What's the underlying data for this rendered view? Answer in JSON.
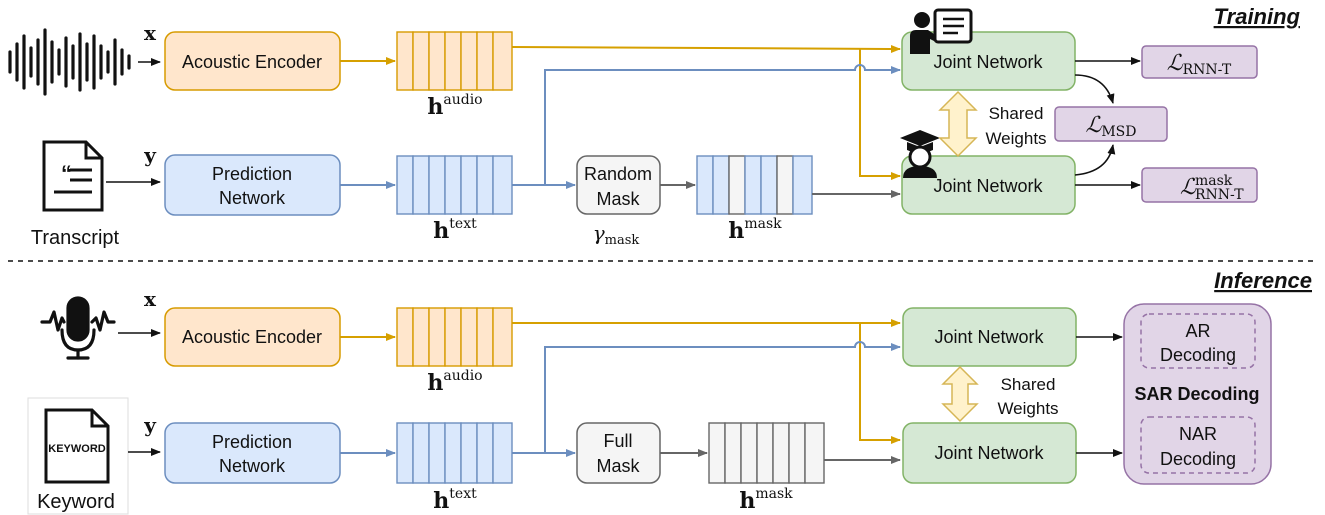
{
  "training": {
    "title": "Training",
    "input_x": "x",
    "input_y": "y",
    "acoustic_encoder": "Acoustic Encoder",
    "prediction_network": [
      "Prediction",
      "Network"
    ],
    "h_audio_base": "h",
    "h_audio_sup": "audio",
    "h_text_base": "h",
    "h_text_sup": "text",
    "h_mask_base": "h",
    "h_mask_sup": "mask",
    "random_mask": [
      "Random",
      "Mask"
    ],
    "gamma_base": "γ",
    "gamma_sub": "mask",
    "joint_network_top": "Joint Network",
    "joint_network_bottom": "Joint Network",
    "shared_weights": [
      "Shared",
      "Weights"
    ],
    "transcript_label": "Transcript",
    "loss_rnnt": {
      "base": "ℒ",
      "sub": "RNN-T"
    },
    "loss_msd": {
      "base": "ℒ",
      "sub": "MSD"
    },
    "loss_rnnt_mask": {
      "base": "ℒ",
      "sup": "mask",
      "sub": "RNN-T"
    }
  },
  "inference": {
    "title": "Inference",
    "input_x": "x",
    "input_y": "y",
    "acoustic_encoder": "Acoustic Encoder",
    "prediction_network": [
      "Prediction",
      "Network"
    ],
    "h_audio_base": "h",
    "h_audio_sup": "audio",
    "h_text_base": "h",
    "h_text_sup": "text",
    "h_mask_base": "h",
    "h_mask_sup": "mask",
    "full_mask": [
      "Full",
      "Mask"
    ],
    "joint_network_top": "Joint Network",
    "joint_network_bottom": "Joint Network",
    "shared_weights": [
      "Shared",
      "Weights"
    ],
    "keyword_icon_text": "KEYWORD",
    "keyword_label": "Keyword",
    "sar_decoding": "SAR Decoding",
    "ar_decoding": [
      "AR",
      "Decoding"
    ],
    "nar_decoding": [
      "NAR",
      "Decoding"
    ]
  },
  "colors": {
    "orange_fill": "#ffe6cc",
    "orange_stroke": "#d79b00",
    "blue_fill": "#dae8fc",
    "blue_stroke": "#6c8ebf",
    "green_fill": "#d5e8d4",
    "green_stroke": "#82b366",
    "purple_fill": "#e1d5e7",
    "purple_stroke": "#9673a6",
    "gray_fill": "#f5f5f5",
    "gray_stroke": "#666666",
    "yellow_fill": "#fff2cc",
    "yellow_stroke": "#d6b656",
    "arrow_orange": "#d6a000",
    "arrow_blue": "#6c8ebf",
    "arrow_gray": "#666666"
  }
}
